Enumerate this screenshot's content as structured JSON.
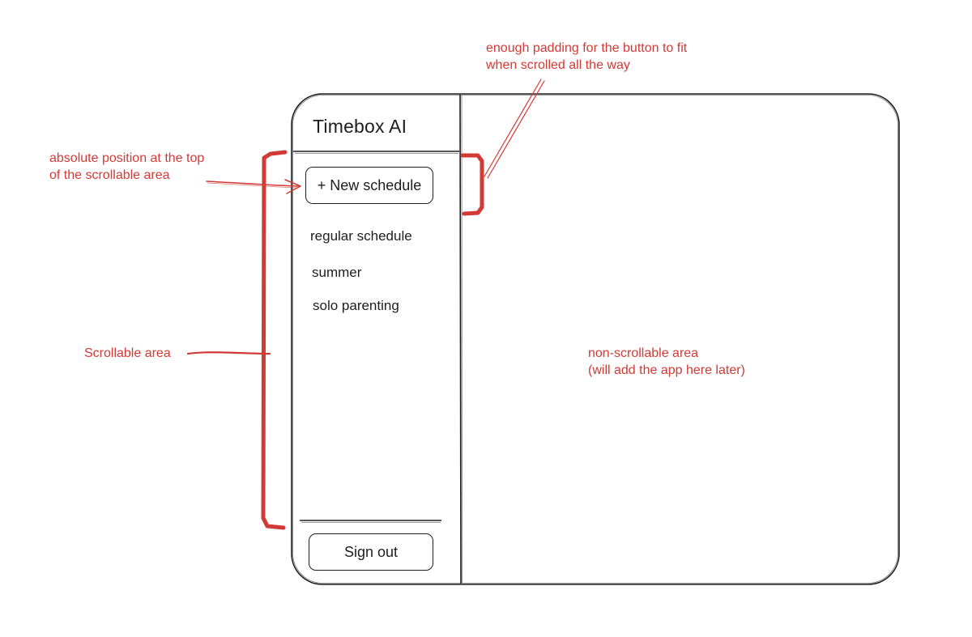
{
  "app": {
    "title": "Timebox AI",
    "new_button_label": "+ New schedule",
    "sign_out_label": "Sign out",
    "schedules": [
      {
        "label": "regular schedule"
      },
      {
        "label": "summer"
      },
      {
        "label": "solo parenting"
      }
    ]
  },
  "annotations": {
    "padding_note": "enough padding for the button to fit\nwhen scrolled all the way",
    "absolute_note": "absolute position at the top\nof the scrollable area",
    "scrollable_note": "Scrollable area",
    "non_scrollable_note": "non-scrollable area\n(will add the app here later)"
  },
  "colors": {
    "ink": "#1e1e1e",
    "annotation_red": "#d23a35"
  }
}
